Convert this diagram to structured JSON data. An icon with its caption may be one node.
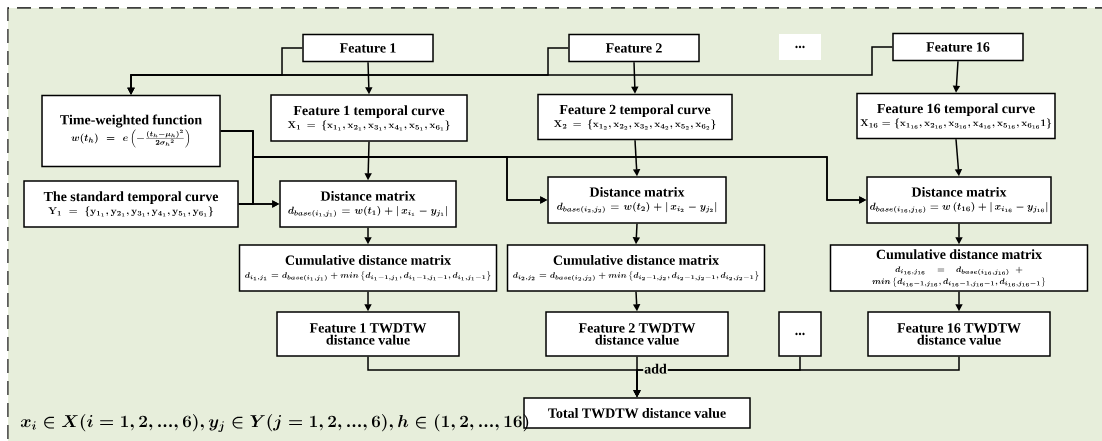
{
  "diagram": {
    "nodes": [
      {
        "text": [
          "Feature 1"
        ]
      },
      {
        "text": [
          "Feature 2"
        ]
      },
      {
        "text": [
          "..."
        ]
      },
      {
        "text": [
          "Feature 16"
        ]
      },
      {
        "text": [
          "Time-weighted function",
          "w(t_h)=e\\left(-\\frac{(t_h-\\mu_h)^2}{2{\\sigma_h}^2}\\right)"
        ]
      },
      {
        "text": [
          "Feature 1  temporal curve",
          "\\mathbf{X}_1=\\left\\{\\mathbf{x}_{1_1},\\mathbf{x}_{2_1},\\mathbf{x}_{3_1},\\mathbf{x}_{4_1},\\mathbf{x}_{5_1},\\mathbf{x}_{6_1}\\right\\}"
        ]
      },
      {
        "text": [
          "Feature 2  temporal curve",
          "\\mathbf{X}_2=\\left\\{\\mathbf{x}_{1_2},\\mathbf{x}_{2_2},\\mathbf{x}_{3_2},\\mathbf{x}_{4_2},\\mathbf{x}_{5_2},\\mathbf{x}_{6_2}\\right\\}"
        ]
      },
      {
        "text": [
          "Feature 16  temporal curve",
          "\\mathbf{X}_{16}=\\left\\{\\mathbf{x}_{1_{16}},\\mathbf{x}_{2_{16}},\\mathbf{x}_{3_{16}},\\mathbf{x}_{4_{16}},\\mathbf{x}_{5_{16}},\\mathbf{x}_{6_{16}}1\\right\\}"
        ]
      },
      {
        "text": [
          "The standard temporal curve",
          "\\mathbf{Y}_1=\\left\\{\\mathbf{y}_{1_1},\\mathbf{y}_{2_1},\\mathbf{y}_{3_1},\\mathbf{y}_{4_1},\\mathbf{y}_{5_1},\\mathbf{y}_{6_1}\\right\\}"
        ]
      },
      {
        "text": [
          "Distance matrix",
          "d_{base(i_1,j_1)}=w(t_1)+|\\,x_{i_1}-y_{j_1}|"
        ]
      },
      {
        "text": [
          "Distance matrix",
          "d_{base(i_2,j_2)}=w(t_2)+|\\,x_{i_2}-y_{j_2}|"
        ]
      },
      {
        "text": [
          "Distance matrix",
          "d_{base(i_{16},j_{16})}=w\\left(t_{16}\\right)+|\\,x_{i_{16}}-y_{j_{16}}|"
        ]
      },
      {
        "text": [
          "Cumulative distance matrix",
          "d_{i_1,j_1}=d_{base(i_1,j_1)}+min\\left\\{d_{i_1-1,j_1},d_{i_1-1,j_1-1},d_{i_1,j_1-1}\\right\\}"
        ]
      },
      {
        "text": [
          "Cumulative distance matrix",
          "d_{i_2,j_2}=d_{base(i_2,j_2)}+min\\left\\{d_{i_2-1,j_2},d_{i_2-1,j_2-1},d_{i_2,j_2-1}\\right\\}"
        ]
      },
      {
        "text": [
          "Cumulative distance matrix",
          "d_{i_{16},j_{16}}=d_{base(i_{16},j_{16})}+min\\left\\{d_{i_{16}-1,j_{16}},d_{i_{16}-1,j_{16}-1},d_{i_{16},j_{16}-1}\\right\\}"
        ]
      },
      {
        "text": [
          "Feature 1 TWDTW distance value"
        ]
      },
      {
        "text": [
          "Feature 2 TWDTW distance value"
        ]
      },
      {
        "text": [
          "..."
        ]
      },
      {
        "text": [
          "Feature 16 TWDTW distance value"
        ]
      },
      {
        "text": [
          "Total TWDTW distance value"
        ]
      }
    ],
    "edges": [
      {
        "from": 0,
        "to": 4,
        "arrow": "to"
      },
      {
        "from": 1,
        "to": 4,
        "arrow": "to"
      },
      {
        "from": 3,
        "to": 4,
        "arrow": "to"
      },
      {
        "from": 0,
        "to": 5,
        "arrow": "to"
      },
      {
        "from": 1,
        "to": 6,
        "arrow": "to"
      },
      {
        "from": 3,
        "to": 7,
        "arrow": "to"
      },
      {
        "from": 4,
        "to": 9,
        "arrow": "to"
      },
      {
        "from": 4,
        "to": 10,
        "arrow": "to"
      },
      {
        "from": 4,
        "to": 11,
        "arrow": "to"
      },
      {
        "from": 8,
        "to": 9,
        "arrow": "to"
      },
      {
        "from": 8,
        "to": 10,
        "arrow": "to"
      },
      {
        "from": 8,
        "to": 11,
        "arrow": "to"
      },
      {
        "from": 5,
        "to": 9,
        "arrow": "to"
      },
      {
        "from": 6,
        "to": 10,
        "arrow": "to"
      },
      {
        "from": 7,
        "to": 11,
        "arrow": "to"
      },
      {
        "from": 9,
        "to": 12,
        "arrow": "to"
      },
      {
        "from": 10,
        "to": 13,
        "arrow": "to"
      },
      {
        "from": 11,
        "to": 14,
        "arrow": "to"
      },
      {
        "from": 12,
        "to": 15,
        "arrow": "to"
      },
      {
        "from": 13,
        "to": 16,
        "arrow": "to"
      },
      {
        "from": 14,
        "to": 18,
        "arrow": "to"
      },
      {
        "from": 15,
        "to": 19,
        "arrow": "to"
      },
      {
        "from": 16,
        "to": 19,
        "arrow": "to",
        "label": "add"
      },
      {
        "from": 17,
        "to": 19,
        "arrow": "to"
      },
      {
        "from": 18,
        "to": 19,
        "arrow": "to"
      }
    ],
    "labels": [
      "x_i\\in X(i=1,2,...,6),y_j\\in Y(j=1,2,...,6),h\\in(1,2,...,16)"
    ]
  }
}
